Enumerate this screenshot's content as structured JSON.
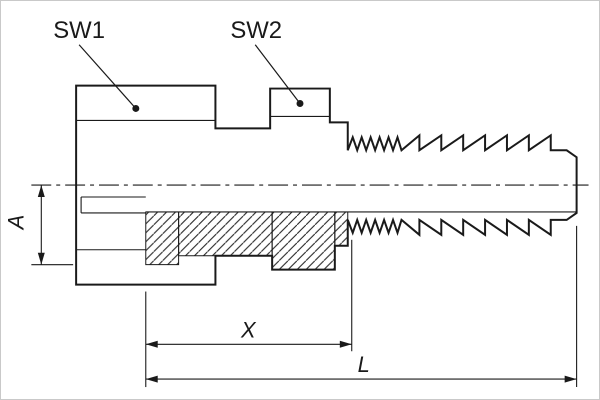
{
  "labels": {
    "sw1": "SW1",
    "sw2": "SW2"
  },
  "dimensions": {
    "a": "A",
    "x": "X",
    "l": "L"
  },
  "colors": {
    "line": "#1a1a1a",
    "background": "#ffffff"
  }
}
